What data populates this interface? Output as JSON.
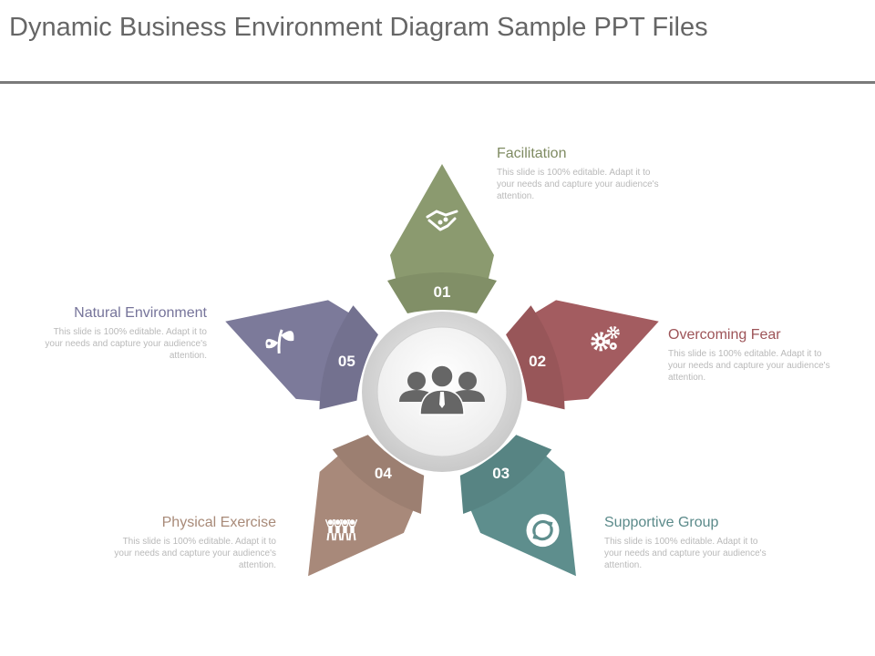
{
  "slide": {
    "title": "Dynamic Business Environment Diagram Sample PPT Files"
  },
  "center": {
    "icon": "business-team-icon"
  },
  "segments": [
    {
      "number": "01",
      "title": "Facilitation",
      "description": "This slide is 100% editable. Adapt it to your needs and capture your audience's attention.",
      "icon": "handshake-icon",
      "color": "#8b9a6f",
      "title_color": "#7f8b62"
    },
    {
      "number": "02",
      "title": "Overcoming Fear",
      "description": "This slide is 100% editable. Adapt it to your needs and capture your audience's attention.",
      "icon": "gears-icon",
      "color": "#a35c60",
      "title_color": "#9d5458"
    },
    {
      "number": "03",
      "title": "Supportive Group",
      "description": "This slide is 100% editable. Adapt it to your needs and capture your audience's attention.",
      "icon": "refresh-icon",
      "color": "#5e8e8d",
      "title_color": "#5b8a8a"
    },
    {
      "number": "04",
      "title": "Physical Exercise",
      "description": "This slide is 100% editable. Adapt it to your needs and capture your audience's attention.",
      "icon": "people-exercise-icon",
      "color": "#a8897a",
      "title_color": "#a88a78"
    },
    {
      "number": "05",
      "title": "Natural Environment",
      "description": "This slide is 100% editable. Adapt it to your needs and capture your audience's attention.",
      "icon": "sprout-icon",
      "color": "#7c7a9a",
      "title_color": "#76749a"
    }
  ]
}
